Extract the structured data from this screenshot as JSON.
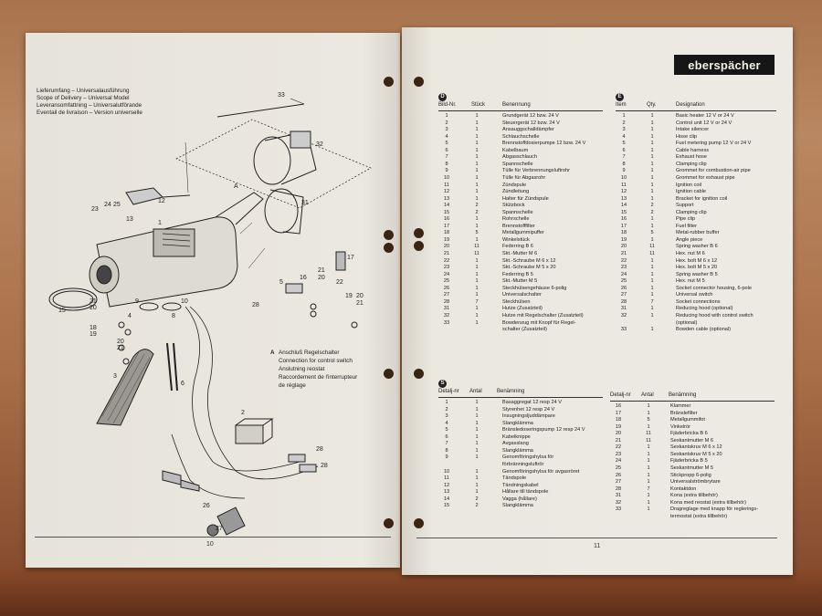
{
  "left_page": {
    "captions": [
      "Lieferumfang – Universalausführung",
      "Scope of Delivery – Universal Model",
      "Leveransomfattning – Universalutförande",
      "Eventail de livraison – Version universelle"
    ],
    "callout_letter": "A",
    "callout_lines": [
      "Anschluß Regelschalter",
      "Connection for control switch",
      "Anslutning reostat",
      "Raccordement de l'interrupteur",
      "de réglage"
    ],
    "part_numbers": [
      "33",
      "32",
      "31",
      "17",
      "12",
      "24",
      "25",
      "23",
      "13",
      "1",
      "15",
      "21",
      "20",
      "4",
      "18",
      "19",
      "20",
      "21",
      "9",
      "10",
      "8",
      "5",
      "16",
      "21",
      "20",
      "22",
      "19",
      "28",
      "20",
      "21",
      "3",
      "6",
      "2",
      "27",
      "26",
      "28",
      "28"
    ],
    "page_number": "10"
  },
  "right_page": {
    "brand": "eberspächer",
    "german": {
      "marker": "D",
      "headers": [
        "Bild-Nr.",
        "Stück",
        "Benennung"
      ],
      "rows": [
        [
          "1",
          "1",
          "Grundgerät 12 bzw. 24 V"
        ],
        [
          "2",
          "1",
          "Steuergerät 12 bzw. 24 V"
        ],
        [
          "3",
          "1",
          "Ansauggschalldämpfer"
        ],
        [
          "4",
          "1",
          "Schlauchschelle"
        ],
        [
          "5",
          "1",
          "Brennstoffdosierpumpe 12 bzw. 24 V"
        ],
        [
          "6",
          "1",
          "Kabelbaum"
        ],
        [
          "7",
          "1",
          "Abgasschlauch"
        ],
        [
          "8",
          "1",
          "Spannschelle"
        ],
        [
          "9",
          "1",
          "Tülle für Verbrennungsluftrohr"
        ],
        [
          "10",
          "1",
          "Tülle für Abgasrohr"
        ],
        [
          "11",
          "1",
          "Zündspule"
        ],
        [
          "12",
          "1",
          "Zündleitung"
        ],
        [
          "13",
          "1",
          "Halter für Zündspule"
        ],
        [
          "14",
          "2",
          "Stützbock"
        ],
        [
          "15",
          "2",
          "Spannschelle"
        ],
        [
          "16",
          "1",
          "Rohrschelle"
        ],
        [
          "17",
          "1",
          "Brennstofffilter"
        ],
        [
          "18",
          "5",
          "Metallgummipuffer"
        ],
        [
          "19",
          "1",
          "Winkelstück"
        ],
        [
          "20",
          "11",
          "Federring B 6"
        ],
        [
          "21",
          "11",
          "Skt.-Mutter M 6"
        ],
        [
          "22",
          "1",
          "Skt.-Schraube M 6 x 12"
        ],
        [
          "23",
          "1",
          "Skt.-Schraube M 5 x 20"
        ],
        [
          "24",
          "1",
          "Federring B 5"
        ],
        [
          "25",
          "1",
          "Skt.-Mutter M 5"
        ],
        [
          "26",
          "1",
          "Steckhülsengehäuse 6-polig"
        ],
        [
          "27",
          "1",
          "Universalschalter"
        ],
        [
          "28",
          "7",
          "Steckhülsen"
        ],
        [
          "31",
          "1",
          "Hutze (Zusatzteil)"
        ],
        [
          "32",
          "1",
          "Hutze mit Regelschalter (Zusatzteil)"
        ],
        [
          "33",
          "1",
          "Bowdenzug mit Knopf für Regel-"
        ],
        [
          "",
          "",
          "schalter (Zusatzteil)"
        ]
      ]
    },
    "english": {
      "marker": "E",
      "headers": [
        "Item",
        "Qty.",
        "Designation"
      ],
      "rows": [
        [
          "1",
          "1",
          "Basic heater 12 V or 24 V"
        ],
        [
          "2",
          "1",
          "Control unit 12 V or 24 V"
        ],
        [
          "3",
          "1",
          "Intake silencer"
        ],
        [
          "4",
          "1",
          "Hose clip"
        ],
        [
          "5",
          "1",
          "Fuel metering pump 12 V or 24 V"
        ],
        [
          "6",
          "1",
          "Cable harness"
        ],
        [
          "7",
          "1",
          "Exhaust hose"
        ],
        [
          "8",
          "1",
          "Clamping clip"
        ],
        [
          "9",
          "1",
          "Grommet for combustion-air pipe"
        ],
        [
          "10",
          "1",
          "Grommet for exhaust pipe"
        ],
        [
          "11",
          "1",
          "Ignition coil"
        ],
        [
          "12",
          "1",
          "Ignition cable"
        ],
        [
          "13",
          "1",
          "Bracket for ignition coil"
        ],
        [
          "14",
          "2",
          "Support"
        ],
        [
          "15",
          "2",
          "Clamping clip"
        ],
        [
          "16",
          "1",
          "Pipe clip"
        ],
        [
          "17",
          "1",
          "Fuel filter"
        ],
        [
          "18",
          "5",
          "Metal-rubber buffer"
        ],
        [
          "19",
          "1",
          "Angle piece"
        ],
        [
          "20",
          "11",
          "Spring washer B 6"
        ],
        [
          "21",
          "11",
          "Hex. nut M 6"
        ],
        [
          "22",
          "1",
          "Hex. bolt M 6 x 12"
        ],
        [
          "23",
          "1",
          "Hex. bolt M 5 x 20"
        ],
        [
          "24",
          "1",
          "Spring washer B 5"
        ],
        [
          "25",
          "1",
          "Hex. nut M 5"
        ],
        [
          "26",
          "1",
          "Socket connector housing, 6-pole"
        ],
        [
          "27",
          "1",
          "Universal switch"
        ],
        [
          "28",
          "7",
          "Socket connections"
        ],
        [
          "31",
          "1",
          "Reducing hood (optional)"
        ],
        [
          "32",
          "1",
          "Reducing hood with control switch"
        ],
        [
          "",
          "",
          "(optional)"
        ],
        [
          "33",
          "1",
          "Bowden cable (optional)"
        ]
      ]
    },
    "swedish": {
      "marker": "S",
      "headers": [
        "Detalj-nr",
        "Antal",
        "Benämning"
      ],
      "rows_left": [
        [
          "1",
          "1",
          "Basaggregat 12 resp 24 V"
        ],
        [
          "2",
          "1",
          "Styrenhet 12 resp 24 V"
        ],
        [
          "3",
          "1",
          "Insugningsljuddämpare"
        ],
        [
          "4",
          "1",
          "Slangklämma"
        ],
        [
          "5",
          "1",
          "Bränsledoseringspump 12 resp 24 V"
        ],
        [
          "6",
          "1",
          "Kabelknippe"
        ],
        [
          "7",
          "1",
          "Avgasslang"
        ],
        [
          "8",
          "1",
          "Slangklämma"
        ],
        [
          "9",
          "1",
          "Genomföringshylsa för"
        ],
        [
          "",
          "",
          "förbränningsluftrör"
        ],
        [
          "10",
          "1",
          "Genomföringshylsa för avgasröret"
        ],
        [
          "11",
          "1",
          "Tändspole"
        ],
        [
          "12",
          "1",
          "Tändningskabel"
        ],
        [
          "13",
          "1",
          "Hållare till tändspole"
        ],
        [
          "14",
          "2",
          "Vagga (hållare)"
        ],
        [
          "15",
          "2",
          "Slangklämma"
        ]
      ],
      "rows_right": [
        [
          "16",
          "1",
          "Klammer"
        ],
        [
          "17",
          "1",
          "Bränslefilter"
        ],
        [
          "18",
          "5",
          "Metallgummifot"
        ],
        [
          "19",
          "1",
          "Vinkelrör"
        ],
        [
          "20",
          "11",
          "Fjäderbricka B 6"
        ],
        [
          "21",
          "11",
          "Sexkantmutter M 6"
        ],
        [
          "22",
          "1",
          "Sexkantskruv M 6 x 12"
        ],
        [
          "23",
          "1",
          "Sexkantskruv M 5 x 20"
        ],
        [
          "24",
          "1",
          "Fjäderbricka B 5"
        ],
        [
          "25",
          "1",
          "Sexkantmutter M 5"
        ],
        [
          "26",
          "1",
          "Stickpropp 6-polig"
        ],
        [
          "27",
          "1",
          "Universalströmbrytare"
        ],
        [
          "28",
          "7",
          "Kontaktdon"
        ],
        [
          "31",
          "1",
          "Kona (extra tillbehör)"
        ],
        [
          "32",
          "1",
          "Kona med reostat (extra tillbehör)"
        ],
        [
          "33",
          "1",
          "Dragreglage med knapp för reglerings-"
        ],
        [
          "",
          "",
          "termostat (extra tillbehör)"
        ]
      ]
    },
    "page_number": "11"
  }
}
